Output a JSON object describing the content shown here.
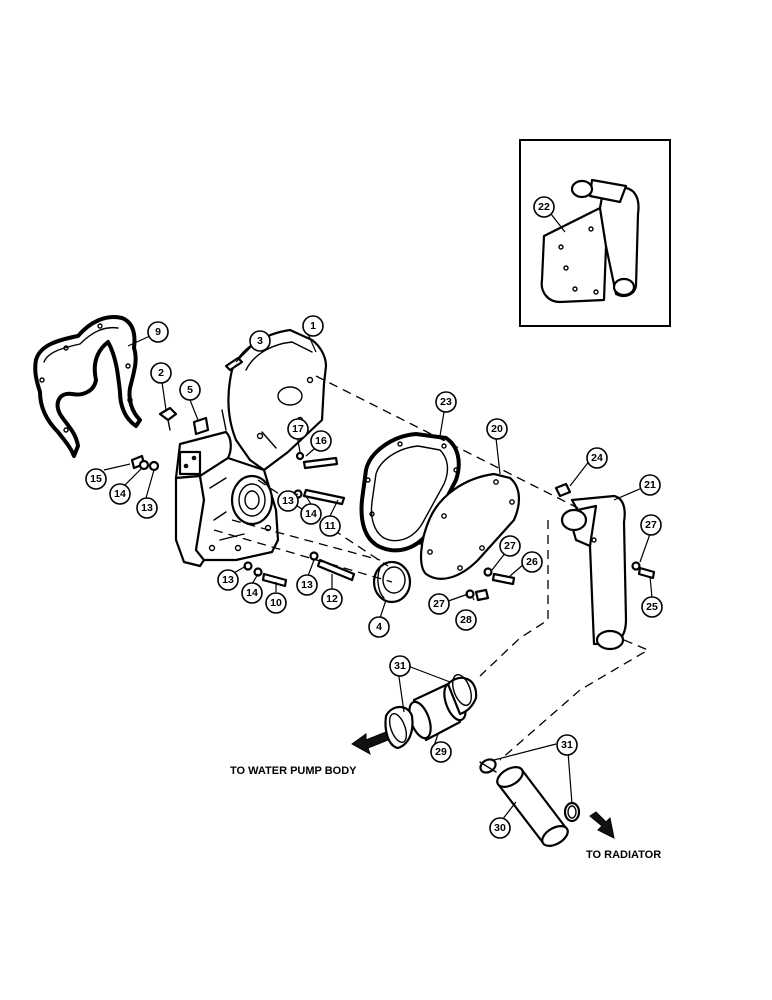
{
  "callouts": [
    {
      "id": "c1",
      "label": "1"
    },
    {
      "id": "c2",
      "label": "2"
    },
    {
      "id": "c3",
      "label": "3"
    },
    {
      "id": "c4",
      "label": "4"
    },
    {
      "id": "c5",
      "label": "5"
    },
    {
      "id": "c9",
      "label": "9"
    },
    {
      "id": "c10",
      "label": "10"
    },
    {
      "id": "c11",
      "label": "11"
    },
    {
      "id": "c12",
      "label": "12"
    },
    {
      "id": "c13a",
      "label": "13"
    },
    {
      "id": "c13b",
      "label": "13"
    },
    {
      "id": "c13c",
      "label": "13"
    },
    {
      "id": "c13d",
      "label": "13"
    },
    {
      "id": "c14a",
      "label": "14"
    },
    {
      "id": "c14b",
      "label": "14"
    },
    {
      "id": "c14c",
      "label": "14"
    },
    {
      "id": "c15",
      "label": "15"
    },
    {
      "id": "c16",
      "label": "16"
    },
    {
      "id": "c17",
      "label": "17"
    },
    {
      "id": "c20",
      "label": "20"
    },
    {
      "id": "c21",
      "label": "21"
    },
    {
      "id": "c22",
      "label": "22"
    },
    {
      "id": "c23",
      "label": "23"
    },
    {
      "id": "c24",
      "label": "24"
    },
    {
      "id": "c25",
      "label": "25"
    },
    {
      "id": "c26",
      "label": "26"
    },
    {
      "id": "c27a",
      "label": "27"
    },
    {
      "id": "c27b",
      "label": "27"
    },
    {
      "id": "c27c",
      "label": "27"
    },
    {
      "id": "c28",
      "label": "28"
    },
    {
      "id": "c29",
      "label": "29"
    },
    {
      "id": "c30",
      "label": "30"
    },
    {
      "id": "c31a",
      "label": "31"
    },
    {
      "id": "c31b",
      "label": "31"
    }
  ],
  "destinations": {
    "water_pump": "TO WATER PUMP BODY",
    "radiator": "TO RADIATOR"
  }
}
